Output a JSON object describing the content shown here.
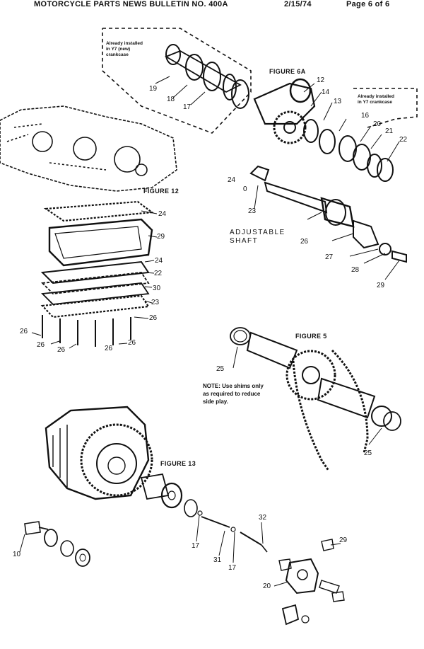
{
  "header": {
    "bulletin": "MOTORCYCLE PARTS NEWS BULLETIN NO. 400A",
    "date": "2/15/74",
    "page": "Page 6 of 6"
  },
  "figures": {
    "fig6a": {
      "label": "FIGURE 6A",
      "callout_left": [
        "Already installed",
        "in Y7 (new)",
        "crankcase"
      ],
      "callout_right": [
        "Already installed",
        "in Y7 crankcase"
      ],
      "adjustable_shaft": [
        "ADJUSTABLE",
        "SHAFT"
      ],
      "part_numbers": [
        "19",
        "18",
        "17",
        "12",
        "14",
        "13",
        "16",
        "20",
        "21",
        "22",
        "24",
        "0",
        "23",
        "26",
        "27",
        "28",
        "29"
      ]
    },
    "fig12": {
      "label": "FIGURE 12",
      "part_numbers": [
        "24",
        "29",
        "24",
        "22",
        "30",
        "23",
        "26",
        "26",
        "26",
        "26",
        "26",
        "26"
      ]
    },
    "fig5": {
      "label": "FIGURE 5",
      "note": [
        "NOTE: Use shims only",
        "as required to reduce",
        "side play."
      ],
      "part_numbers": [
        "25",
        "25"
      ]
    },
    "fig13": {
      "label": "FIGURE 13",
      "part_numbers": [
        "32",
        "10",
        "17",
        "31",
        "17",
        "29",
        "20"
      ]
    }
  },
  "colors": {
    "ink": "#111111",
    "paper": "#ffffff"
  }
}
